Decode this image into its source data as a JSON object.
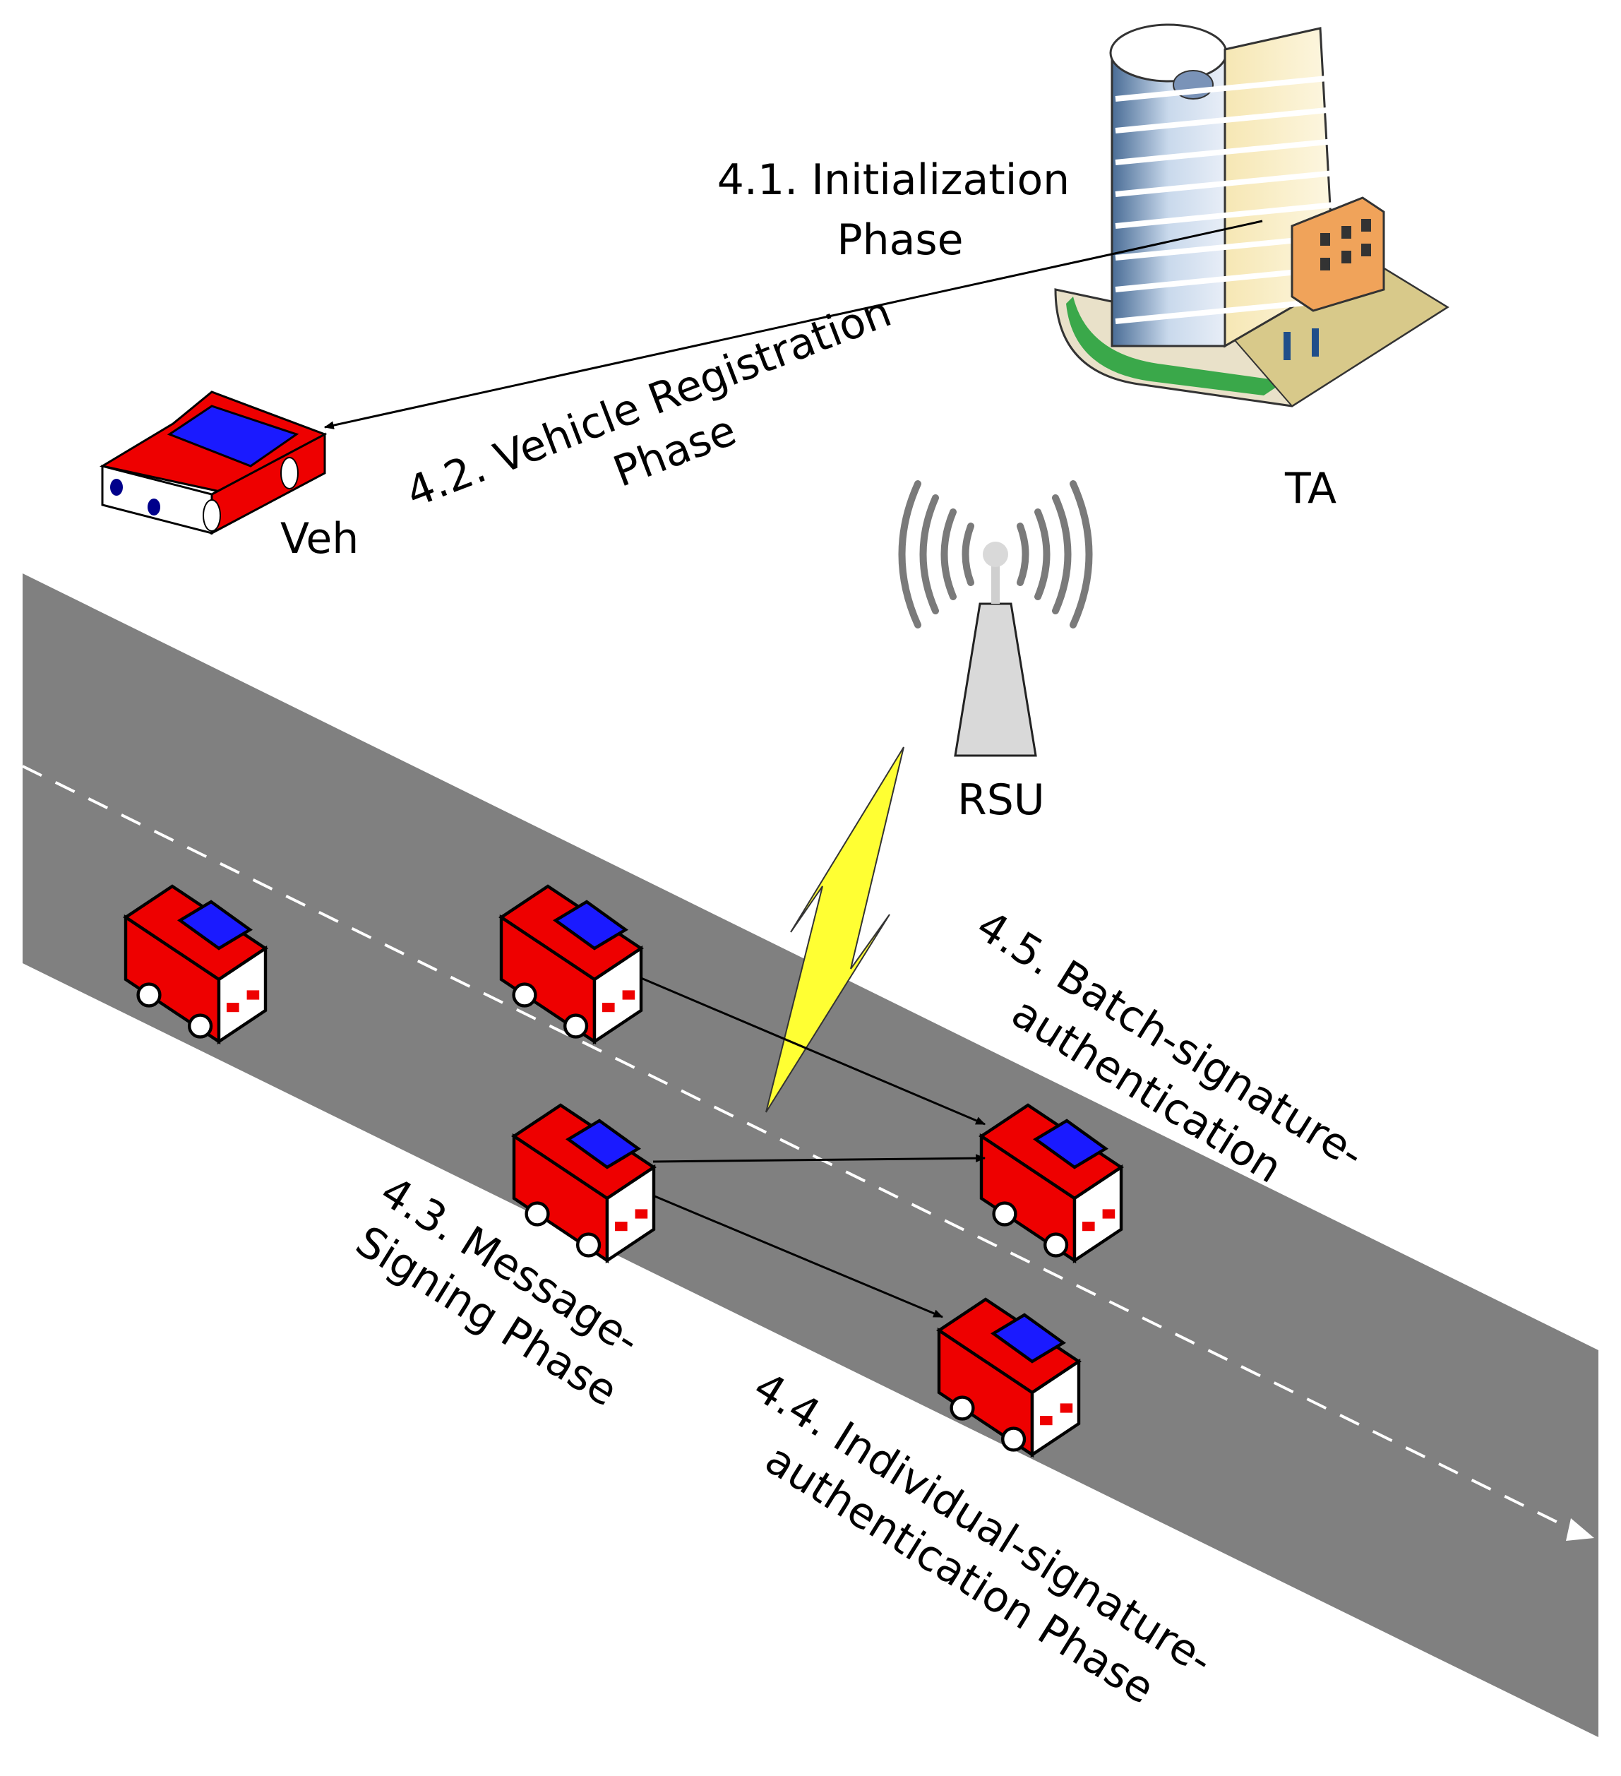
{
  "nodes": {
    "ta": "TA",
    "veh": "Veh",
    "rsu": "RSU"
  },
  "phases": {
    "initialization": [
      "4.1. Initialization",
      "Phase"
    ],
    "registration": [
      "4.2. Vehicle Registration",
      "Phase"
    ],
    "signing": [
      "4.3. Message-",
      "Signing Phase"
    ],
    "individual": [
      "4.4. Individual-signature-",
      "authentication Phase"
    ],
    "batch": [
      "4.5. Batch-signature-",
      "authentication"
    ]
  },
  "colors": {
    "road": "#808080",
    "car_body": "#ee0000",
    "car_window": "#1a1aff",
    "lightning": "#ffff33"
  }
}
